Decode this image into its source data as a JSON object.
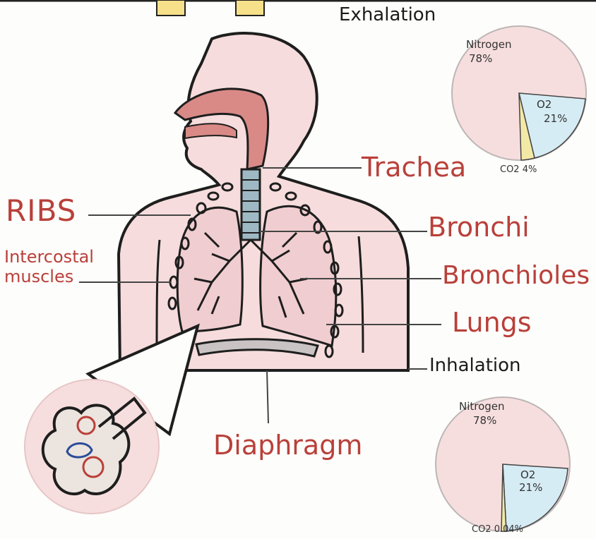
{
  "labels": {
    "exhalation": "Exhalation",
    "inhalation": "Inhalation",
    "ribs": "RIBS",
    "intercostal_muscles": "Intercostal\nmuscles",
    "trachea": "Trachea",
    "bronchi": "Bronchi",
    "bronchioles": "Bronchioles",
    "lungs": "Lungs",
    "diaphragm": "Diaphragm"
  },
  "exhalation_pie": {
    "nitrogen_label": "Nitrogen",
    "nitrogen_value": "78%",
    "o2_label": "O2",
    "o2_value": "21%",
    "co2_label": "CO2 4%"
  },
  "inhalation_pie": {
    "nitrogen_label": "Nitrogen",
    "nitrogen_value": "78%",
    "o2_label": "O2",
    "o2_value": "21%",
    "co2_label": "CO2 0.04%"
  },
  "colors": {
    "label_red": "#b9403a",
    "skin_pink": "#f3d6d6",
    "trachea_red": "#d98a86",
    "o2_blue": "#d6ecf4",
    "co2_yellow": "#f3e9a6",
    "tab_yellow": "#f7e08a"
  }
}
